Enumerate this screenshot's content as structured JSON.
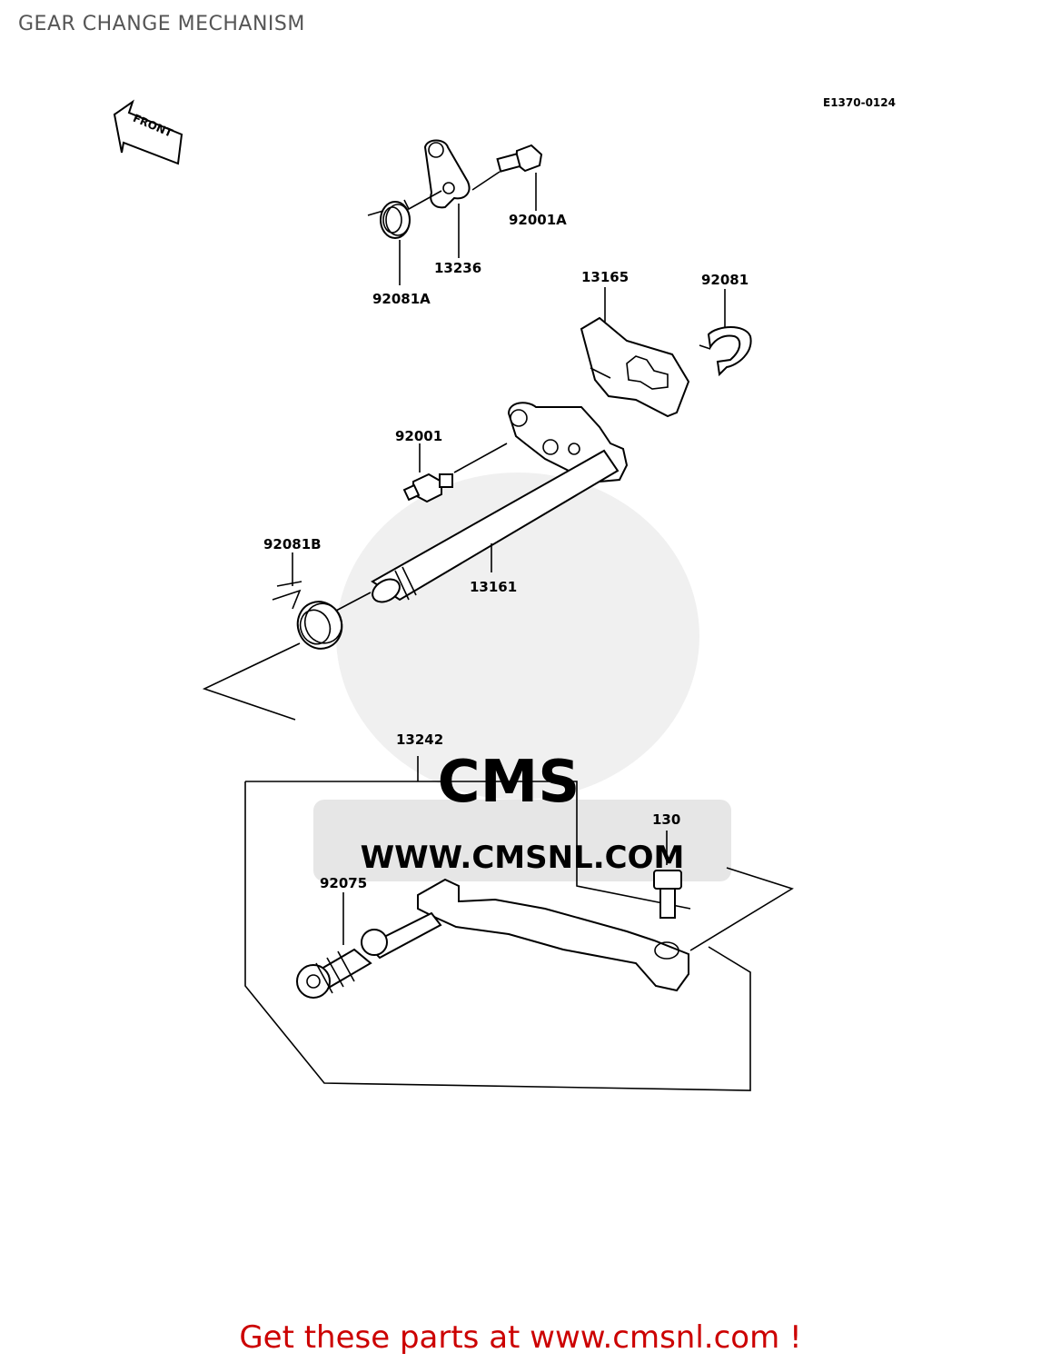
{
  "page_title": "GEAR CHANGE MECHANISM",
  "diagram_code": "E1370-0124",
  "front_label": "FRONT",
  "watermark": {
    "brand": "CMS",
    "site": "WWW.CMSNL.COM"
  },
  "parts": [
    {
      "id": "92001A"
    },
    {
      "id": "13236"
    },
    {
      "id": "92081A"
    },
    {
      "id": "13165"
    },
    {
      "id": "92081"
    },
    {
      "id": "92001"
    },
    {
      "id": "92081B"
    },
    {
      "id": "13161"
    },
    {
      "id": "13242"
    },
    {
      "id": "130"
    },
    {
      "id": "92075"
    }
  ],
  "footer": {
    "text": "Get these parts at www.cmsnl.com !",
    "color": "#cc0000"
  }
}
